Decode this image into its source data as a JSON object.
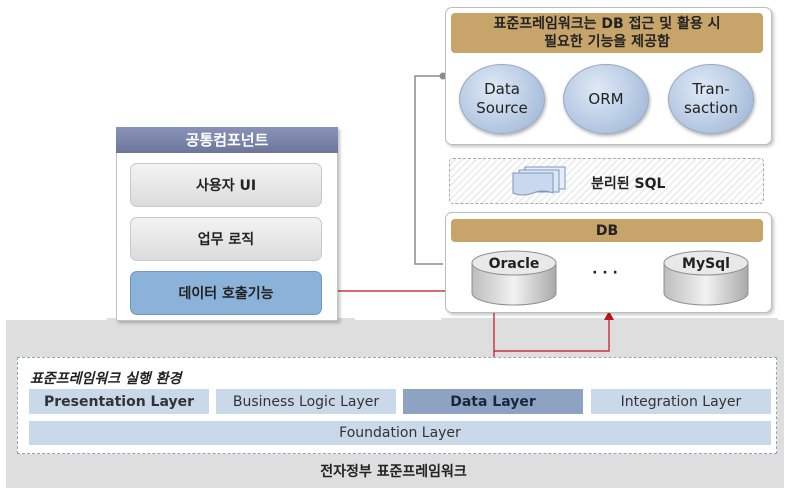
{
  "common": {
    "title": "공통컴포넌트",
    "items": [
      "사용자 UI",
      "업무 로직",
      "데이터 호출기능"
    ]
  },
  "db_access": {
    "title_line1": "표준프레임워크는 DB 접근 및 활용 시",
    "title_line2": "필요한 기능을 제공함",
    "circles": [
      {
        "line1": "Data",
        "line2": "Source"
      },
      {
        "line1": "ORM",
        "line2": ""
      },
      {
        "line1": "Tran-",
        "line2": "saction"
      }
    ]
  },
  "sql": {
    "label": "분리된 SQL"
  },
  "db": {
    "title": "DB",
    "left": "Oracle",
    "ellipsis": "· · ·",
    "right": "MySql"
  },
  "runtime": {
    "title": "표준프레임워크 실행 환경",
    "layers": [
      "Presentation Layer",
      "Business Logic Layer",
      "Data Layer",
      "Integration Layer"
    ],
    "foundation": "Foundation Layer"
  },
  "bottom_title": "전자정부 표준프레임워크",
  "colors": {
    "accent_red": "#c0141c",
    "tan": "#c6a46a",
    "header_purple": "#7a84aa",
    "layer_blue": "#c9d9ea",
    "data_layer": "#8ea2c2",
    "connector_gray": "#8c8c8c"
  }
}
